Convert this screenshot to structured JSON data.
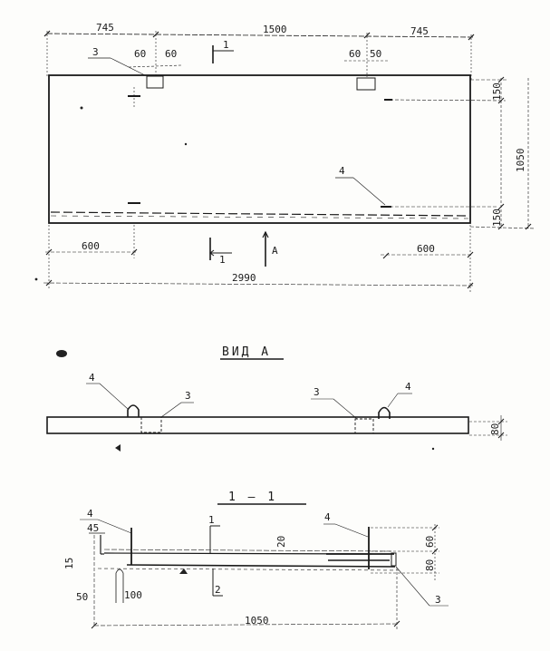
{
  "drawing": {
    "type": "technical drawing",
    "plan_view": {
      "dimensions_top": [
        "745",
        "1500",
        "745"
      ],
      "insert_dims_left": [
        "60",
        "60"
      ],
      "insert_dims_right": [
        "60",
        "50"
      ],
      "dimensions_right": [
        "150",
        "1050",
        "150"
      ],
      "dimensions_bottom": [
        "600",
        "600"
      ],
      "overall_length": "2990",
      "section_mark_top": "1",
      "section_mark_bottom": "1",
      "view_arrow": "A",
      "callout_insert": "3",
      "callout_loop": "4"
    },
    "view_a": {
      "title": "ВИД А",
      "callouts": [
        "4",
        "3",
        "3",
        "4"
      ],
      "thickness": "80"
    },
    "section_1_1": {
      "title": "1 — 1",
      "callout_loop_left": "4",
      "callout_loop_right": "4",
      "callout_insert": "3",
      "dims": {
        "top_left": "45",
        "left_small": "15",
        "left_height": "50",
        "loop_height": "100",
        "inner": "20",
        "right_upper": "60",
        "right_lower": "80",
        "width": "1050",
        "mark_top": "1",
        "mark_bottom": "2"
      }
    }
  }
}
